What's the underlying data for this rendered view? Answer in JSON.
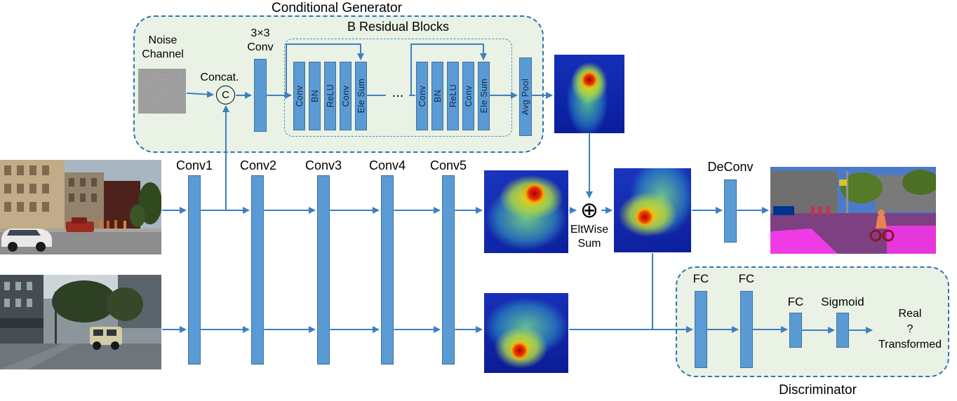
{
  "colors": {
    "bar_fill": "#5B9BD5",
    "bar_border": "#41719C",
    "arrow": "#3E7EC1",
    "dashed_box_border": "#2E75B6",
    "dashed_box_fill": "#E9F2E4",
    "heatmap_low": "#0B1C96",
    "heatmap_high": "#B00000"
  },
  "generator": {
    "title": "Conditional Generator",
    "noise_line1": "Noise",
    "noise_line2": "Channel",
    "concat_label": "Concat.",
    "concat_symbol": "C",
    "conv3x3_line1": "3×3",
    "conv3x3_line2": "Conv",
    "residual_title": "B Residual Blocks",
    "res_labels": [
      "Conv",
      "BN",
      "ReLU",
      "Conv",
      "Ele Sum"
    ],
    "ellipsis": "...",
    "avgpool_label": "Avg Pool"
  },
  "backbone": {
    "conv_labels": [
      "Conv1",
      "Conv2",
      "Conv3",
      "Conv4",
      "Conv5"
    ]
  },
  "fusion": {
    "eltwise_symbol": "⊕",
    "eltwise_line1": "EltWise",
    "eltwise_line2": "Sum",
    "deconv_label": "DeConv"
  },
  "discriminator": {
    "title": "Discriminator",
    "fc_labels": [
      "FC",
      "FC",
      "FC"
    ],
    "sigmoid_label": "Sigmoid",
    "output_lines": [
      "Real",
      "?",
      "Transformed"
    ]
  },
  "images": {
    "noise": "gray-noise-texture",
    "source_input": "synthetic-street-photo",
    "target_input": "real-street-photo",
    "generator_heatmap": "generator-attention-heatmap",
    "source_heatmap": "source-feature-heatmap",
    "target_heatmap": "target-feature-heatmap",
    "fused_heatmap": "fused-feature-heatmap",
    "segmentation_output": "semantic-segmentation-map"
  }
}
